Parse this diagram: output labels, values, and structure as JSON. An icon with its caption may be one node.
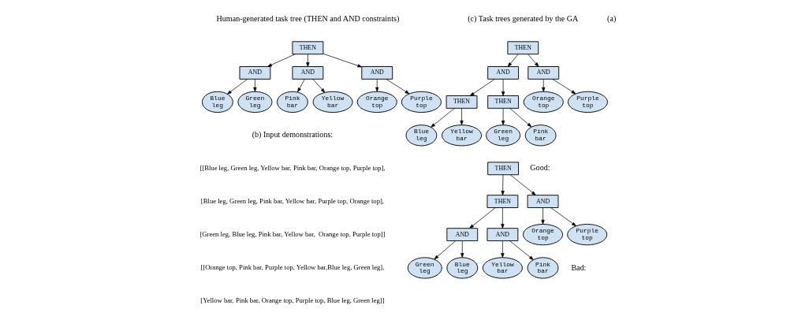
{
  "diagram": {
    "nodes": [
      {
        "text": [
          "THEN"
        ]
      },
      {
        "text": [
          "AND"
        ]
      },
      {
        "text": [
          "AND"
        ]
      },
      {
        "text": [
          "AND"
        ]
      },
      {
        "text": [
          "Blue leg"
        ]
      },
      {
        "text": [
          "Green leg"
        ]
      },
      {
        "text": [
          "Pink bar"
        ]
      },
      {
        "text": [
          "Yellow bar"
        ]
      },
      {
        "text": [
          "Orange top"
        ]
      },
      {
        "text": [
          "Purple top"
        ]
      },
      {
        "text": [
          "THEN"
        ]
      },
      {
        "text": [
          "AND"
        ]
      },
      {
        "text": [
          "AND"
        ]
      },
      {
        "text": [
          "THEN"
        ]
      },
      {
        "text": [
          "THEN"
        ]
      },
      {
        "text": [
          "Orange top"
        ]
      },
      {
        "text": [
          "Purple top"
        ]
      },
      {
        "text": [
          "Blue leg"
        ]
      },
      {
        "text": [
          "Yellow bar"
        ]
      },
      {
        "text": [
          "Green leg"
        ]
      },
      {
        "text": [
          "Pink bar"
        ]
      },
      {
        "text": [
          "THEN"
        ]
      },
      {
        "text": [
          "THEN"
        ]
      },
      {
        "text": [
          "AND"
        ]
      },
      {
        "text": [
          "AND"
        ]
      },
      {
        "text": [
          "AND"
        ]
      },
      {
        "text": [
          "Orange top"
        ]
      },
      {
        "text": [
          "Purple top"
        ]
      },
      {
        "text": [
          "Green leg"
        ]
      },
      {
        "text": [
          "Blue leg"
        ]
      },
      {
        "text": [
          "Yellow bar"
        ]
      },
      {
        "text": [
          "Pink bar"
        ]
      }
    ],
    "edges": [
      {
        "from": 0,
        "to": 1,
        "arrow": "to"
      },
      {
        "from": 0,
        "to": 2,
        "arrow": "to"
      },
      {
        "from": 0,
        "to": 3,
        "arrow": "to"
      },
      {
        "from": 1,
        "to": 4,
        "arrow": "to"
      },
      {
        "from": 1,
        "to": 5,
        "arrow": "to"
      },
      {
        "from": 2,
        "to": 6,
        "arrow": "to"
      },
      {
        "from": 2,
        "to": 7,
        "arrow": "to"
      },
      {
        "from": 3,
        "to": 8,
        "arrow": "to"
      },
      {
        "from": 3,
        "to": 9,
        "arrow": "to"
      },
      {
        "from": 10,
        "to": 11,
        "arrow": "to"
      },
      {
        "from": 10,
        "to": 12,
        "arrow": "to"
      },
      {
        "from": 11,
        "to": 13,
        "arrow": "to"
      },
      {
        "from": 11,
        "to": 14,
        "arrow": "to"
      },
      {
        "from": 12,
        "to": 15,
        "arrow": "to"
      },
      {
        "from": 12,
        "to": 16,
        "arrow": "to"
      },
      {
        "from": 13,
        "to": 17,
        "arrow": "to"
      },
      {
        "from": 13,
        "to": 18,
        "arrow": "to"
      },
      {
        "from": 14,
        "to": 19,
        "arrow": "to"
      },
      {
        "from": 14,
        "to": 20,
        "arrow": "to"
      },
      {
        "from": 21,
        "to": 22,
        "arrow": "to"
      },
      {
        "from": 21,
        "to": 23,
        "arrow": "to"
      },
      {
        "from": 22,
        "to": 24,
        "arrow": "to"
      },
      {
        "from": 22,
        "to": 25,
        "arrow": "to"
      },
      {
        "from": 23,
        "to": 26,
        "arrow": "to"
      },
      {
        "from": 23,
        "to": 27,
        "arrow": "to"
      },
      {
        "from": 24,
        "to": 28,
        "arrow": "to"
      },
      {
        "from": 24,
        "to": 29,
        "arrow": "to"
      },
      {
        "from": 25,
        "to": 30,
        "arrow": "to"
      },
      {
        "from": 25,
        "to": 31,
        "arrow": "to"
      }
    ],
    "labels": [
      "(a)",
      "Human-generated task tree (THEN and AND constraints)",
      "(c) Task trees generated by the GA",
      "(b) Input demonstrations:",
      "Good:",
      "[[Blue leg, Green leg, Yellow bar, Pink bar, Orange top, Purple top],",
      "[Blue leg, Green leg, Pink bar, Yellow bar, Purple top, Orange top],",
      "[Green leg, Blue leg, Pink bar, Yellow bar,  Orange top, Purple top]]",
      "Bad:",
      "[[Orange top, Pink bar, Purple top, Yellow bar,Blue leg, Green leg],",
      "[Yellow bar, Pink bar, Orange top, Purple top, Blue leg, Green leg]]"
    ]
  }
}
